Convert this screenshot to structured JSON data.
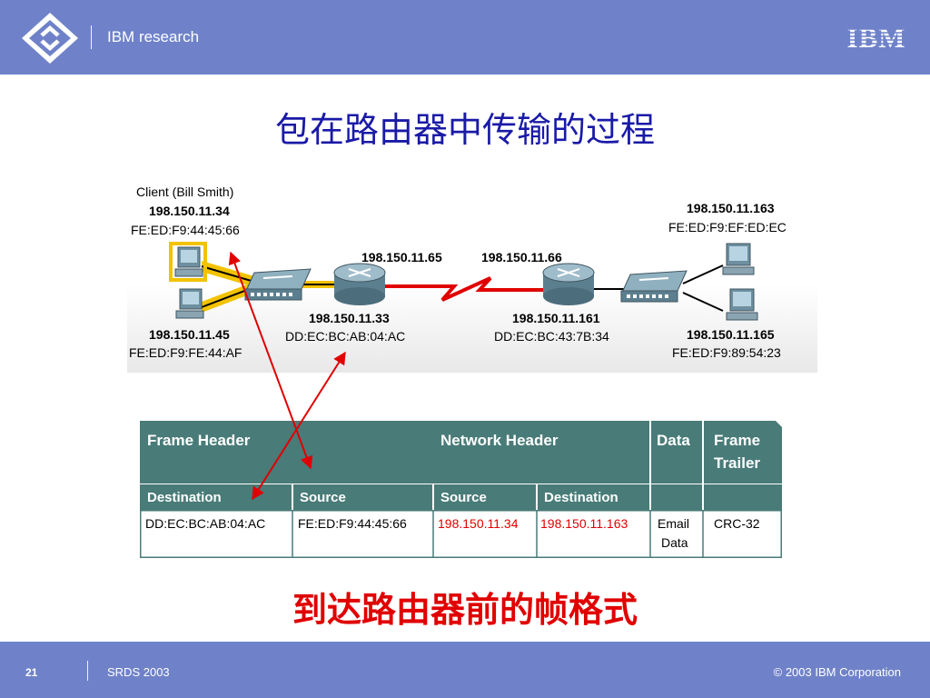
{
  "header": {
    "brand": "IBM research",
    "ibm_logo_text": "IBM"
  },
  "slide": {
    "title": "包在路由器中传输的过程",
    "subtitle": "到达路由器前的帧格式"
  },
  "network": {
    "client_label": "Client (Bill Smith)",
    "client_ip": "198.150.11.34",
    "client_mac": "FE:ED:F9:44:45:66",
    "host2_ip": "198.150.11.45",
    "host2_mac": "FE:ED:F9:FE:44:AF",
    "router1_wan_ip": "198.150.11.65",
    "router2_wan_ip": "198.150.11.66",
    "router1_lan_ip": "198.150.11.33",
    "router1_lan_mac": "DD:EC:BC:AB:04:AC",
    "router2_lan_ip": "198.150.11.161",
    "router2_lan_mac": "DD:EC:BC:43:7B:34",
    "host3_ip": "198.150.11.163",
    "host3_mac": "FE:ED:F9:EF:ED:EC",
    "host4_ip": "198.150.11.165",
    "host4_mac": "FE:ED:F9:89:54:23"
  },
  "frame": {
    "groups": {
      "frame_header": "Frame Header",
      "network_header": "Network Header",
      "data": "Data",
      "trailer_line1": "Frame",
      "trailer_line2": "Trailer"
    },
    "columns": [
      "Destination",
      "Source",
      "Source",
      "Destination"
    ],
    "values": {
      "frame_dest": "DD:EC:BC:AB:04:AC",
      "frame_src": "FE:ED:F9:44:45:66",
      "net_src": "198.150.11.34",
      "net_dest": "198.150.11.163",
      "data_line1": "Email",
      "data_line2": "Data",
      "trailer": "CRC-32"
    }
  },
  "colors": {
    "bar": "#6f82c9",
    "title": "#1a1aa8",
    "subtitle": "#e00000",
    "table_header": "#497b78",
    "arrow": "#e00000"
  },
  "footer": {
    "page": "21",
    "course": "SRDS 2003",
    "copyright": "© 2003 IBM Corporation"
  }
}
